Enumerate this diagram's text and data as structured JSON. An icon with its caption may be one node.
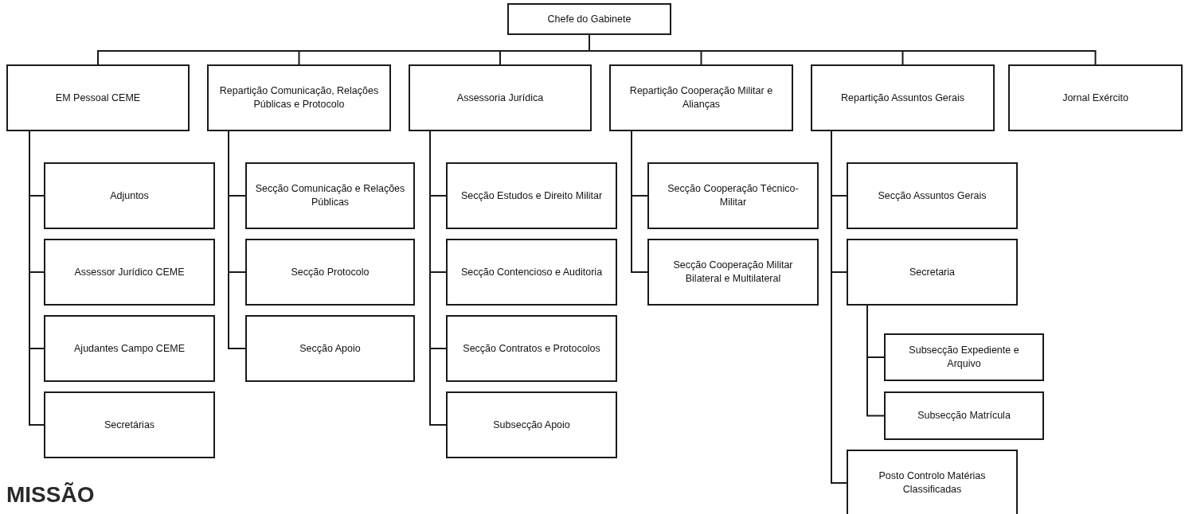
{
  "diagram": {
    "nodes": [
      {
        "text": [
          "Chefe do Gabinete"
        ]
      },
      {
        "text": [
          "EM Pessoal CEME"
        ]
      },
      {
        "text": [
          "Adjuntos"
        ]
      },
      {
        "text": [
          "Assessor Jurídico CEME"
        ]
      },
      {
        "text": [
          "Ajudantes Campo CEME"
        ]
      },
      {
        "text": [
          "Secretárias"
        ]
      },
      {
        "text": [
          "Repartição Comunicação, Relações Públicas e Protocolo"
        ]
      },
      {
        "text": [
          "Secção Comunicação e Relações Públicas"
        ]
      },
      {
        "text": [
          "Secção Protocolo"
        ]
      },
      {
        "text": [
          "Secção Apoio"
        ]
      },
      {
        "text": [
          "Assessoria Jurídica"
        ]
      },
      {
        "text": [
          "Secção Estudos e Direito Militar"
        ]
      },
      {
        "text": [
          "Secção Contencioso e Auditoria"
        ]
      },
      {
        "text": [
          "Secção Contratos e Protocolos"
        ]
      },
      {
        "text": [
          "Subsecção Apoio"
        ]
      },
      {
        "text": [
          "Repartição Cooperação Militar e Alianças"
        ]
      },
      {
        "text": [
          "Secção Cooperação Técnico-Militar"
        ]
      },
      {
        "text": [
          "Secção Cooperação Militar Bilateral e Multilateral"
        ]
      },
      {
        "text": [
          "Repartição Assuntos Gerais"
        ]
      },
      {
        "text": [
          "Secção Assuntos Gerais"
        ]
      },
      {
        "text": [
          "Secretaria"
        ]
      },
      {
        "text": [
          "Subsecção Expediente e Arquivo"
        ]
      },
      {
        "text": [
          "Subsecção Matrícula"
        ]
      },
      {
        "text": [
          "Posto Controlo Matérias Classificadas"
        ]
      },
      {
        "text": [
          "Jornal Exército"
        ]
      }
    ],
    "edges": [
      {
        "from": 0,
        "to": 1,
        "arrow": "none"
      },
      {
        "from": 0,
        "to": 6,
        "arrow": "none"
      },
      {
        "from": 0,
        "to": 10,
        "arrow": "none"
      },
      {
        "from": 0,
        "to": 15,
        "arrow": "none"
      },
      {
        "from": 0,
        "to": 18,
        "arrow": "none"
      },
      {
        "from": 0,
        "to": 24,
        "arrow": "none"
      },
      {
        "from": 1,
        "to": 2,
        "arrow": "none"
      },
      {
        "from": 1,
        "to": 3,
        "arrow": "none"
      },
      {
        "from": 1,
        "to": 4,
        "arrow": "none"
      },
      {
        "from": 1,
        "to": 5,
        "arrow": "none"
      },
      {
        "from": 6,
        "to": 7,
        "arrow": "none"
      },
      {
        "from": 6,
        "to": 8,
        "arrow": "none"
      },
      {
        "from": 6,
        "to": 9,
        "arrow": "none"
      },
      {
        "from": 10,
        "to": 11,
        "arrow": "none"
      },
      {
        "from": 10,
        "to": 12,
        "arrow": "none"
      },
      {
        "from": 10,
        "to": 13,
        "arrow": "none"
      },
      {
        "from": 10,
        "to": 14,
        "arrow": "none"
      },
      {
        "from": 15,
        "to": 16,
        "arrow": "none"
      },
      {
        "from": 15,
        "to": 17,
        "arrow": "none"
      },
      {
        "from": 18,
        "to": 19,
        "arrow": "none"
      },
      {
        "from": 18,
        "to": 20,
        "arrow": "none"
      },
      {
        "from": 18,
        "to": 23,
        "arrow": "none"
      },
      {
        "from": 20,
        "to": 21,
        "arrow": "none"
      },
      {
        "from": 20,
        "to": 22,
        "arrow": "none"
      }
    ],
    "labels": [
      "MISSÃO"
    ]
  }
}
